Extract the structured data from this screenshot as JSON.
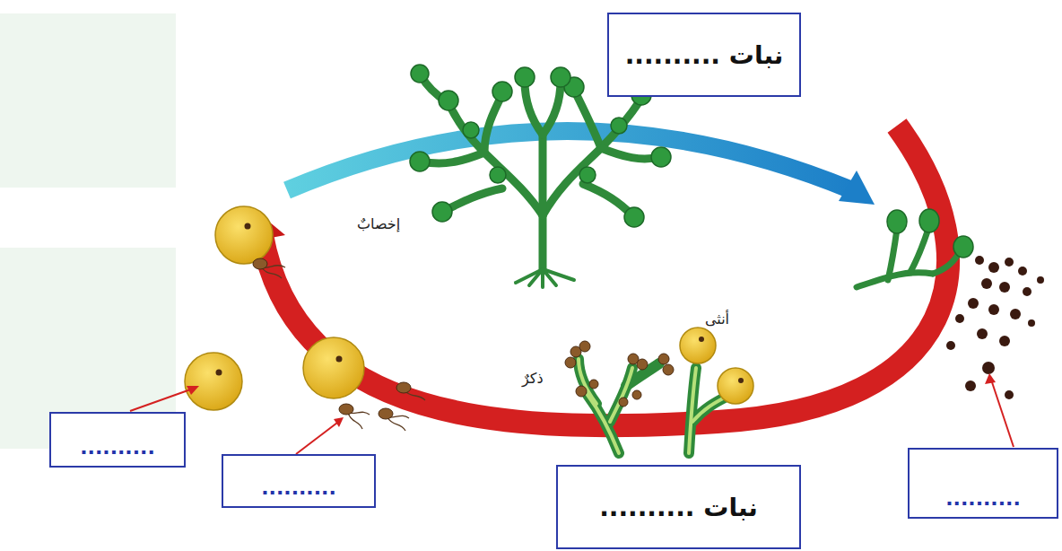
{
  "diagram": {
    "nodes": [
      {
        "text": [
          "نبات .........."
        ]
      },
      {
        "text": [
          ".........."
        ]
      },
      {
        "text": [
          ".........."
        ]
      },
      {
        "text": [
          ".........."
        ]
      },
      {
        "text": [
          "نبات .........."
        ]
      }
    ],
    "labels": [
      "إخصابٌ",
      "ذكرٌ",
      "أنثى"
    ]
  }
}
